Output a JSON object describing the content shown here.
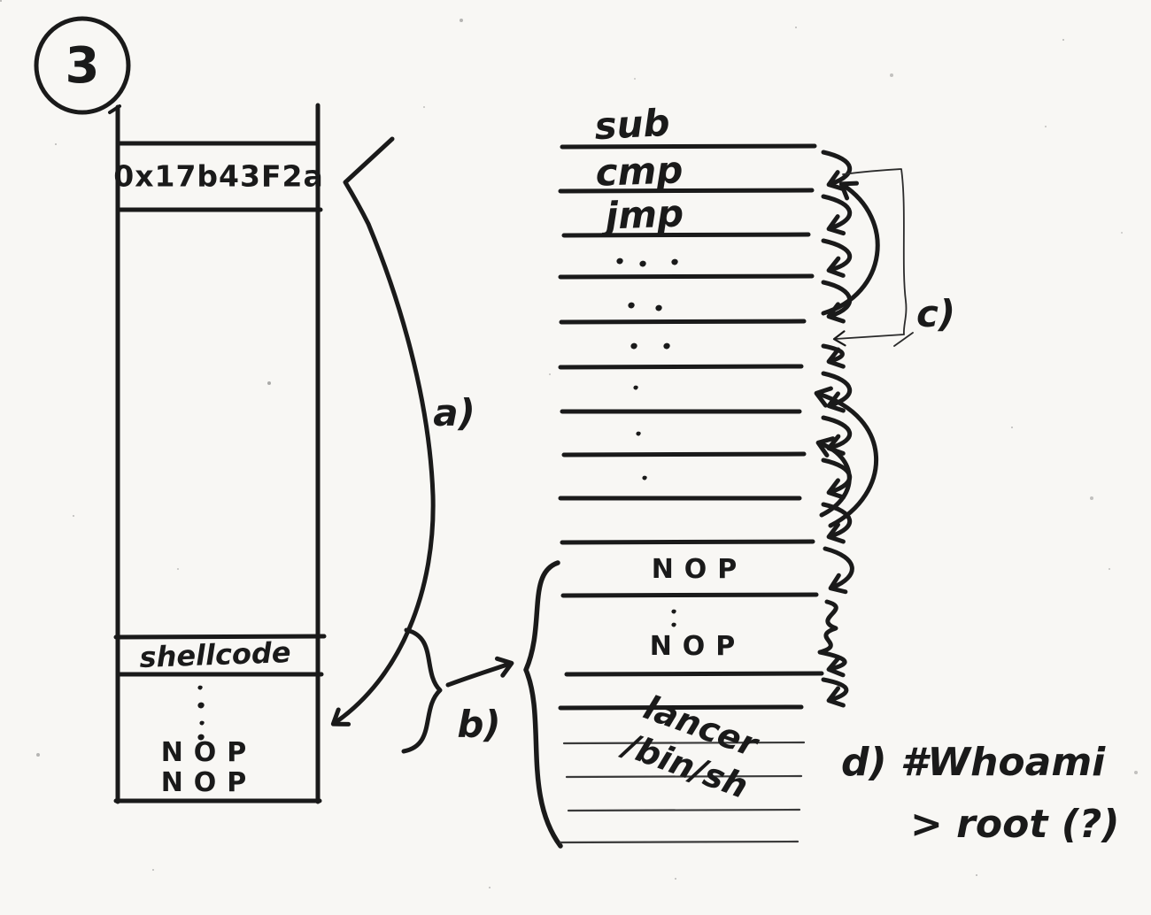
{
  "figure": {
    "number": "3"
  },
  "stack": {
    "return_address": "0x17b43F2a",
    "shellcode_label": "shellcode",
    "nop_top": "NOP",
    "nop_bottom": "NOP"
  },
  "listing": {
    "instr_sub": "sub",
    "instr_cmp": "cmp",
    "instr_jmp": "jmp",
    "nop_first": "NOP",
    "nop_last": "NOP",
    "payload_line1": "lancer",
    "payload_line2": "/bin/sh"
  },
  "labels": {
    "a": "a)",
    "b": "b)",
    "c": "c)",
    "d_line1": "d) #Whoami",
    "d_line2": "> root (?)"
  },
  "colors": {
    "ink": "#1a1a1a",
    "paper": "#f8f7f4"
  }
}
